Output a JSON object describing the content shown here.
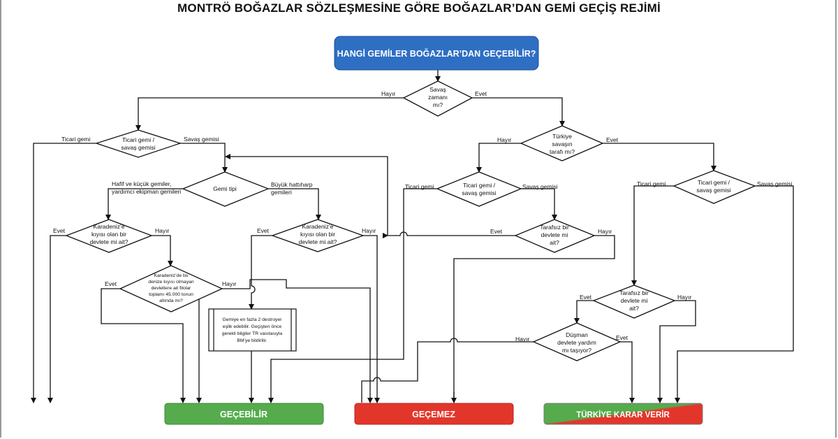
{
  "title": "MONTRÖ BOĞAZLAR SÖZLEŞMESİNE GÖRE BOĞAZLAR’DAN GEMİ GEÇİŞ REJİMİ",
  "start": "HANGİ GEMİLER BOĞAZLAR’DAN GEÇEBİLİR?",
  "nodes": {
    "war_time": [
      "Savaş",
      "zamanı",
      "mı?"
    ],
    "left_ship_type": [
      "Ticari gemi /",
      "savaş gemisi"
    ],
    "turkey_party": [
      "Türkiye",
      "savaşın",
      "tarafı mı?"
    ],
    "ship_class": [
      "Gemi tipi"
    ],
    "mid_ship_type": [
      "Ticari gemi /",
      "savaş gemisi"
    ],
    "right_ship_type": [
      "Ticari gemi /",
      "savaş gemisi"
    ],
    "coastal_small": [
      "Karadeniz’e",
      "kıyısı olan bir",
      "devlete mi ait?"
    ],
    "coastal_big": [
      "Karadeniz’e",
      "kıyısı olan bir",
      "devlete mi ait?"
    ],
    "neutral_1": [
      "Tarafsız bir",
      "devlete mi",
      "ait?"
    ],
    "tonnage": [
      "Karadeniz’de bu",
      "denize kıyısı olmayan",
      "devletlere ait filolar",
      "toplamı 45.000 tonun",
      "altında mı?"
    ],
    "neutral_2": [
      "Tarafsız bir",
      "devlete mi",
      "ait?"
    ],
    "enemy_help": [
      "Düşman",
      "devlete yardım",
      "mı taşıyor?"
    ]
  },
  "note": [
    "Gemiye en fazla 2 destroyer",
    "eşlik edebilir. Geçişten önce",
    "gerekli bilgiler TR vasıtasıyla",
    "BM’ye bildirilir."
  ],
  "labels": {
    "no": "Hayır",
    "yes": "Evet",
    "merchant": "Ticari gemi",
    "warship": "Savaş gemisi",
    "light_ships": [
      "Hafif ve küçük gemiler,",
      "yardımcı ekipman gemileri"
    ],
    "big_ships": [
      "Büyük hattıharp",
      "gemileri"
    ]
  },
  "outcomes": {
    "pass": "GEÇEBİLİR",
    "fail": "GEÇEMEZ",
    "decide": "TÜRKİYE KARAR VERİR"
  },
  "colors": {
    "start": "#2e6fc4",
    "pass": "#56ab4d",
    "fail": "#e3362b",
    "decide_green": "#56ab4d",
    "decide_red": "#e3362b"
  }
}
